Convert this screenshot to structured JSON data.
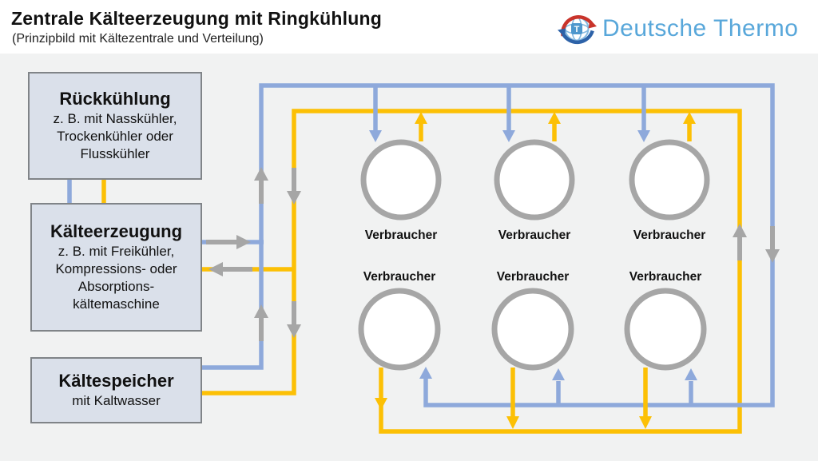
{
  "header": {
    "title": "Zentrale Kälteerzeugung mit Ringkühlung",
    "subtitle": "(Prinzipbild mit Kältezentrale und Verteilung)",
    "logo_text": "Deutsche Thermo",
    "logo_letter": "T"
  },
  "boxes": [
    {
      "title": "Rückkühlung",
      "lines": [
        "z. B. mit Nasskühler,",
        "Trockenkühler oder",
        "Flusskühler"
      ]
    },
    {
      "title": "Kälteerzeugung",
      "lines": [
        "z. B. mit Freikühler,",
        "Kompressions- oder",
        "Absorptions-",
        "kältemaschine"
      ]
    },
    {
      "title": "Kältespeicher",
      "lines": [
        "mit Kaltwasser"
      ]
    }
  ],
  "consumers": {
    "label": "Verbraucher",
    "count": 6
  },
  "palette": {
    "supply_blue": "#8EA9DB",
    "return_yellow": "#FCC005",
    "arrow_gray": "#A6A6A6",
    "circle_stroke": "#A6A6A6",
    "panel_bg": "#F1F2F2",
    "box_fill": "#DAE0EA",
    "box_border": "#808488",
    "logo_blue": "#58A7DA",
    "logo_red": "#C9342B",
    "logo_navy": "#2D62A8"
  }
}
